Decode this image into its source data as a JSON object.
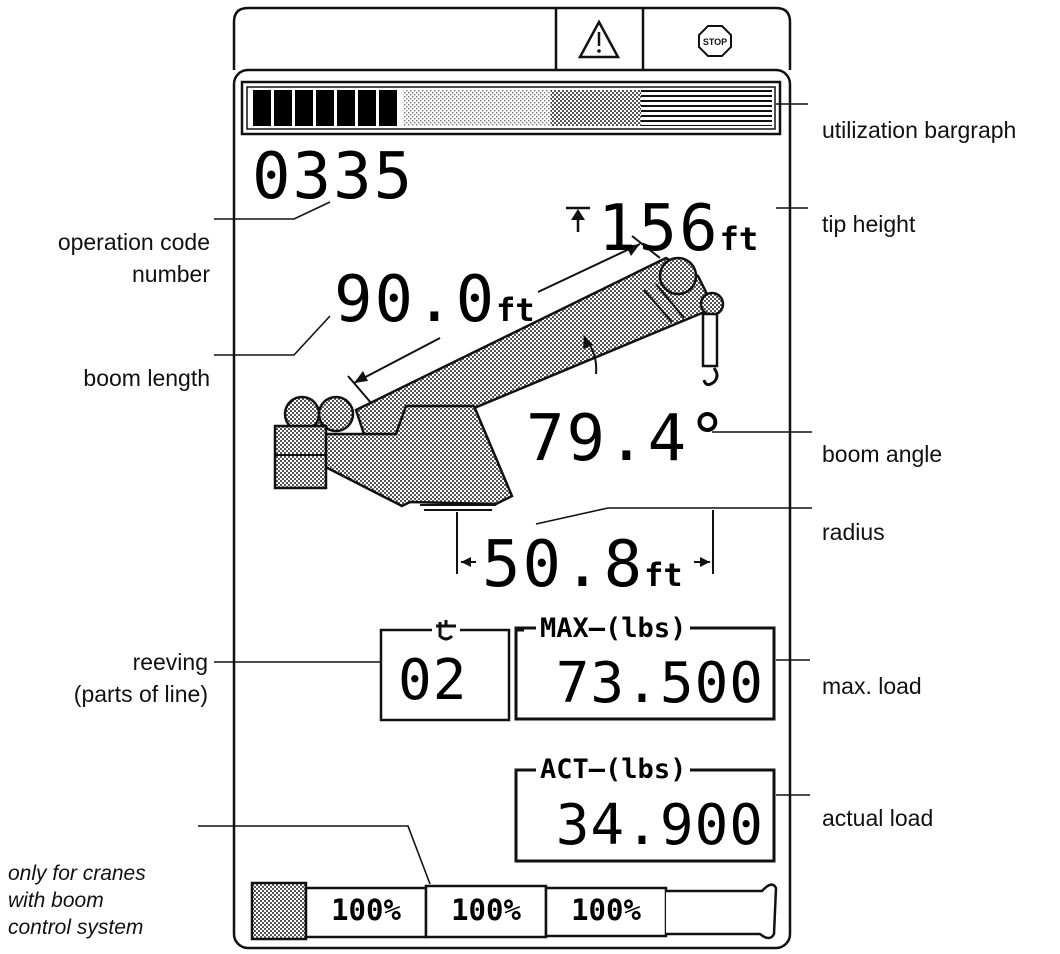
{
  "display": {
    "operation_code": "0335",
    "tip_height": {
      "value": "156",
      "unit": "ft"
    },
    "boom_length": {
      "value": "90.0",
      "unit": "ft"
    },
    "boom_angle": "79.4°",
    "radius": {
      "value": "50.8",
      "unit": "ft"
    },
    "reeving": {
      "value": "02"
    },
    "max_load": {
      "label": "MAX",
      "unit": "(lbs)",
      "value": "73.500"
    },
    "actual_load": {
      "label": "ACT",
      "unit": "(lbs)",
      "value": "34.900"
    },
    "utilization": {
      "filled_segments": 7
    },
    "boom_sections": [
      "100%",
      "100%",
      "100%"
    ],
    "header_icons": [
      "warning-icon",
      "stop-icon"
    ],
    "stop_text": "STOP"
  },
  "labels": {
    "utilization": "utilization bargraph",
    "tip_height": "tip height",
    "operation_code_line1": "operation code",
    "operation_code_line2": "number",
    "boom_length": "boom length",
    "boom_angle": "boom angle",
    "radius": "radius",
    "reeving_line1": "reeving",
    "reeving_line2": "(parts of line)",
    "max_load": "max. load",
    "actual_load": "actual load",
    "note_line1": "only for cranes",
    "note_line2": "with boom",
    "note_line3": "control system"
  }
}
